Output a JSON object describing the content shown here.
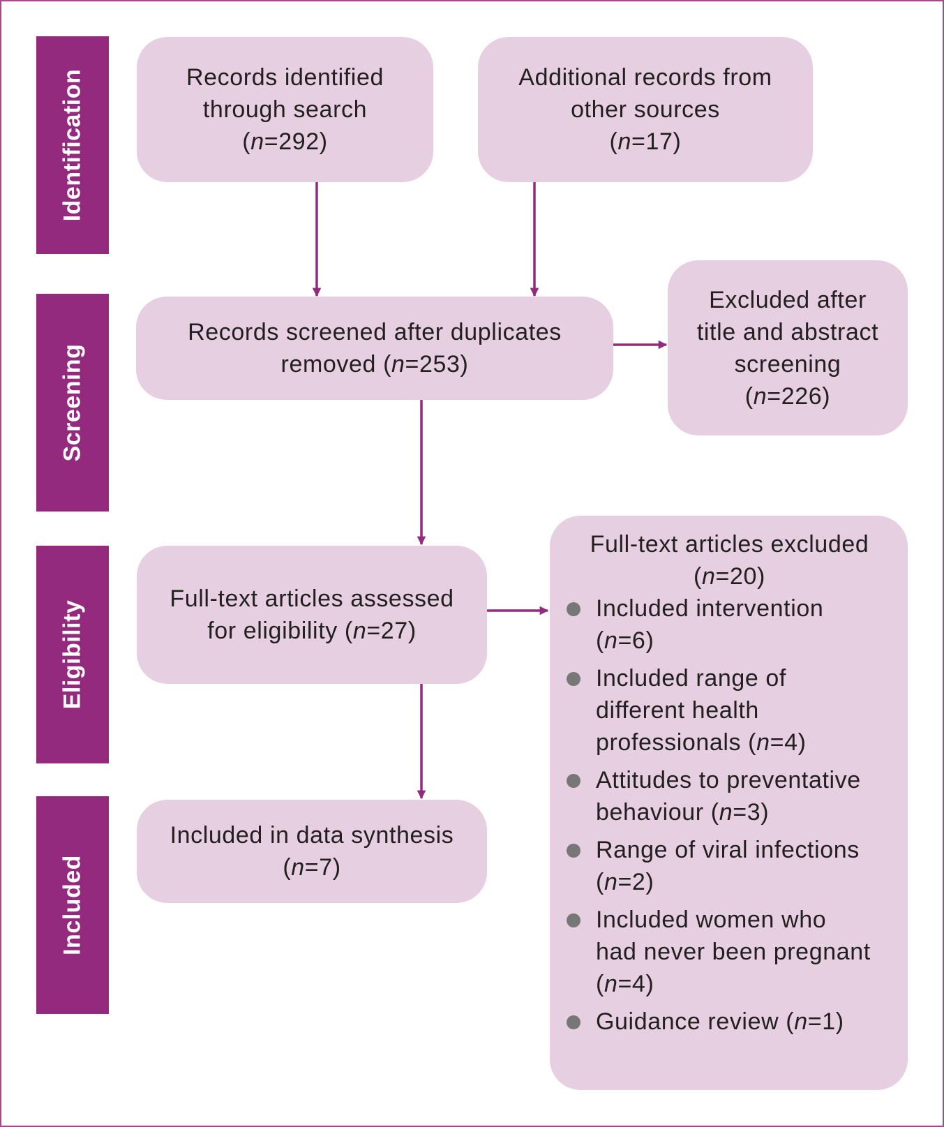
{
  "stages": [
    {
      "id": "identification",
      "label": "Identification"
    },
    {
      "id": "screening",
      "label": "Screening"
    },
    {
      "id": "eligibility",
      "label": "Eligibility"
    },
    {
      "id": "included",
      "label": "Included"
    }
  ],
  "boxes": {
    "search": {
      "lines": [
        "Records identified",
        "through search"
      ],
      "n": "292"
    },
    "other": {
      "lines": [
        "Additional records from",
        "other sources"
      ],
      "n": "17"
    },
    "screened": {
      "line1": "Records screened after duplicates",
      "line2_prefix": "removed",
      "n": "253"
    },
    "excluded_ta": {
      "lines": [
        "Excluded after",
        "title and abstract",
        "screening"
      ],
      "n": "226"
    },
    "fulltext": {
      "line1": "Full-text articles assessed",
      "line2_prefix": "for eligibility",
      "n": "27"
    },
    "included": {
      "line1": "Included in data synthesis",
      "n": "7"
    },
    "excluded_ft": {
      "title": "Full-text articles excluded",
      "n": "20",
      "reasons": [
        {
          "lines": [
            "Included intervention"
          ],
          "last_prefix": "",
          "n": "6"
        },
        {
          "lines": [
            "Included range of",
            "different health"
          ],
          "last_prefix": "professionals",
          "n": "4"
        },
        {
          "lines": [
            "Attitudes to preventative"
          ],
          "last_prefix": "behaviour",
          "n": "3"
        },
        {
          "lines": [
            "Range of viral infections"
          ],
          "last_prefix": "",
          "n": "2"
        },
        {
          "lines": [
            "Included women who",
            "had never been pregnant"
          ],
          "last_prefix": "",
          "n": "4"
        },
        {
          "lines": [],
          "last_prefix": "Guidance review",
          "n": "1"
        }
      ]
    }
  },
  "n_symbol": "n",
  "colors": {
    "stage_bar": "#942a7d",
    "box_fill": "#e5cfe1",
    "arrow": "#942a7d",
    "bullet": "#777777",
    "frame": "#a24a8e"
  }
}
